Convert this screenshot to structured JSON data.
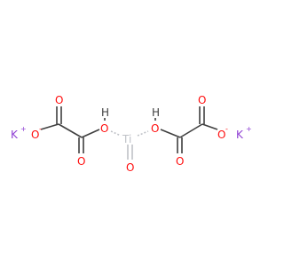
{
  "molecule": {
    "ions": {
      "k_left": "K",
      "k_left_charge": "+",
      "k_right": "K",
      "k_right_charge": "+"
    },
    "left_group": {
      "o_anion": "O",
      "o_anion_charge": "-",
      "o_top": "O",
      "o_bottom": "O",
      "o_hydroxyl": "O",
      "h_hydroxyl": "H"
    },
    "center": {
      "ti": "Ti",
      "o_oxo": "O"
    },
    "right_group": {
      "o_hydroxyl": "O",
      "h_hydroxyl": "H",
      "o_bottom": "O",
      "o_top": "O",
      "o_anion": "O",
      "o_anion_charge": "-"
    }
  },
  "colors": {
    "potassium": "#8f40d4",
    "oxygen": "#ff0d0d",
    "titanium": "#bfc2c7",
    "hydrogen_text": "#3f3f3f",
    "bond": "#3f3f3f"
  }
}
